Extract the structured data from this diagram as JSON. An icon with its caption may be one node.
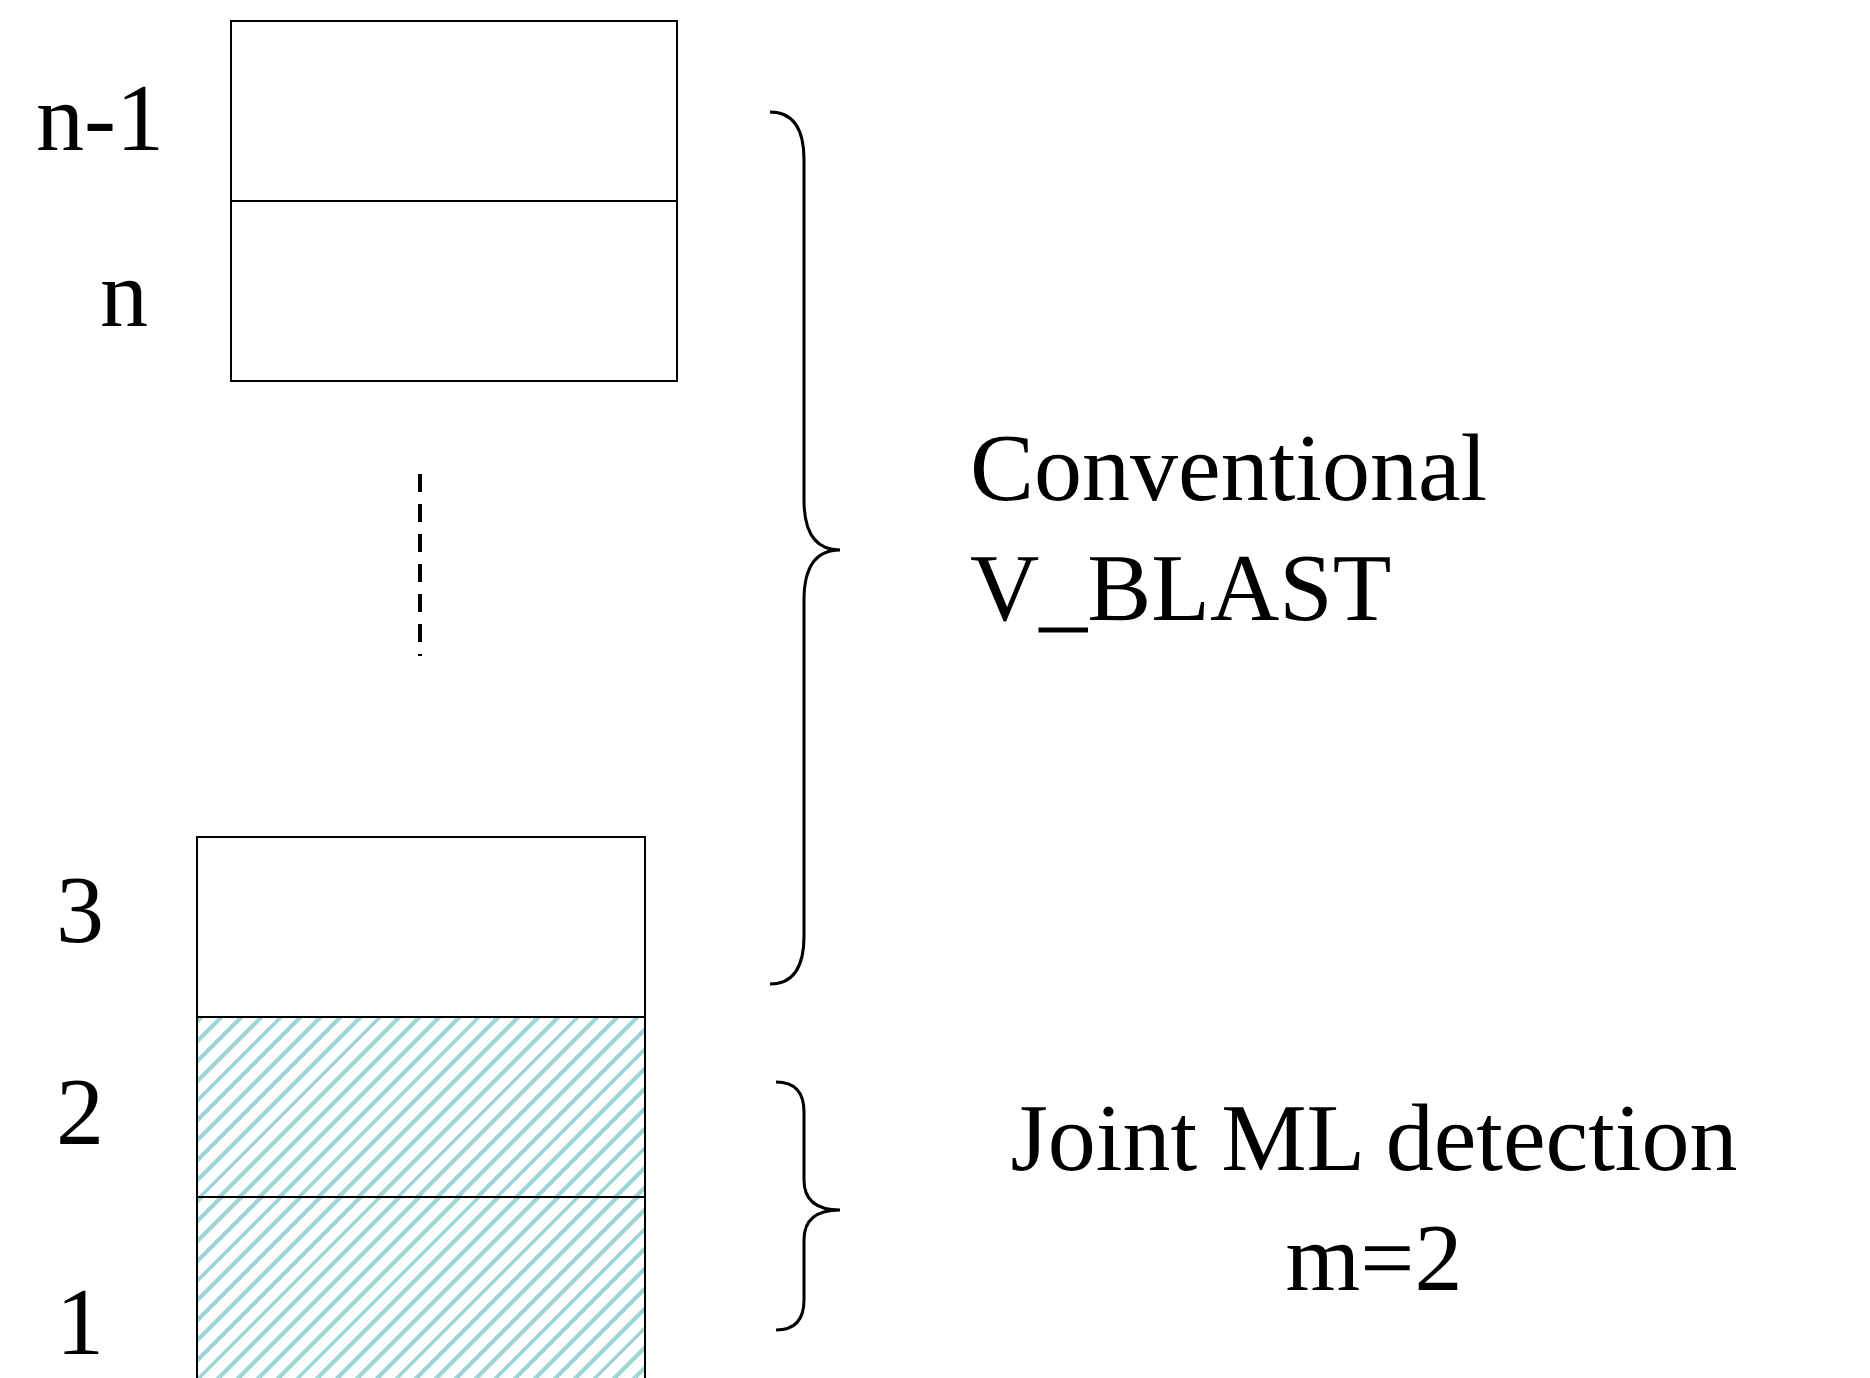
{
  "diagram": {
    "nodes": [
      {
        "text": [],
        "shape": "box",
        "beside": [
          "n-1"
        ]
      },
      {
        "text": [],
        "shape": "box",
        "beside": [
          "n"
        ]
      },
      {
        "text": [],
        "shape": "box",
        "beside": [
          "3"
        ]
      },
      {
        "text": [],
        "shape": "box",
        "beside": [
          "2"
        ]
      },
      {
        "text": [],
        "shape": "box",
        "beside": [
          "1"
        ]
      }
    ],
    "labels": [
      "Conventional V_BLAST",
      "Joint ML detection m=2"
    ]
  }
}
